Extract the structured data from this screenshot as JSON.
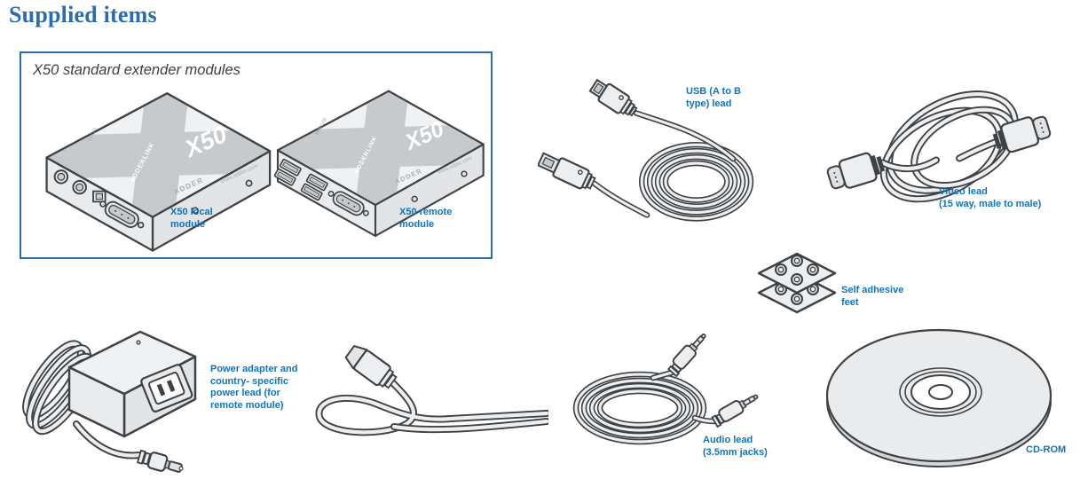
{
  "page": {
    "title": "Supplied items"
  },
  "colors": {
    "title_blue": "#2b6cad",
    "label_blue": "#0f74bc",
    "box_border_blue": "#2a6cb0",
    "line_gray": "#3f4245",
    "fill_gray": "#edeef0",
    "x_band_gray": "#c7cacd"
  },
  "extender_box": {
    "heading": "X50 standard extender modules",
    "markings": {
      "model": "X50",
      "brand": "ADDERLINK",
      "logo": "ADDER",
      "website": "www.adder.com"
    },
    "local_module": {
      "label": "X50 local\nmodule",
      "tag": "LOCAL"
    },
    "remote_module": {
      "label": "X50 remote\nmodule",
      "tag": "REMOTE"
    }
  },
  "items": {
    "usb": {
      "label": "USB (A to B\ntype) lead"
    },
    "video": {
      "label": "Video lead\n(15 way, male to male)"
    },
    "feet": {
      "label": "Self adhesive\nfeet"
    },
    "power": {
      "label": "Power adapter and\ncountry- specific\npower lead (for\nremote module)"
    },
    "audio": {
      "label": "Audio lead\n(3.5mm jacks)"
    },
    "cdrom": {
      "label": "CD-ROM"
    }
  }
}
